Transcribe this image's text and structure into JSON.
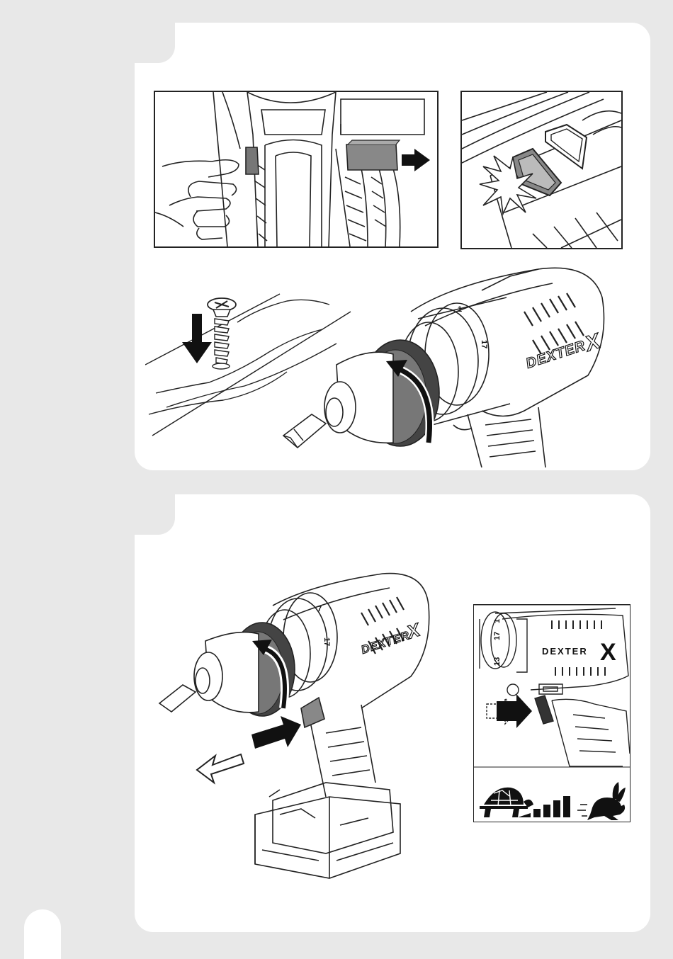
{
  "step1": {
    "figure_release": {
      "icon": "release-button-icon"
    },
    "figure_click": {
      "icon": "click-icon"
    },
    "figure_drill": {
      "brand": "DEXTER",
      "brand_mark": "X",
      "clutch_numbers": [
        "1",
        "17"
      ]
    }
  },
  "step2": {
    "figure_drill": {
      "brand": "DEXTER",
      "brand_mark": "X",
      "clutch_numbers": [
        "17",
        "7"
      ]
    },
    "figure_trigger": {
      "brand": "DEXTER",
      "brand_mark": "X",
      "clutch_numbers": [
        "13",
        "17",
        "1"
      ],
      "speed_icons": [
        "turtle-icon",
        "rabbit-icon"
      ]
    }
  }
}
